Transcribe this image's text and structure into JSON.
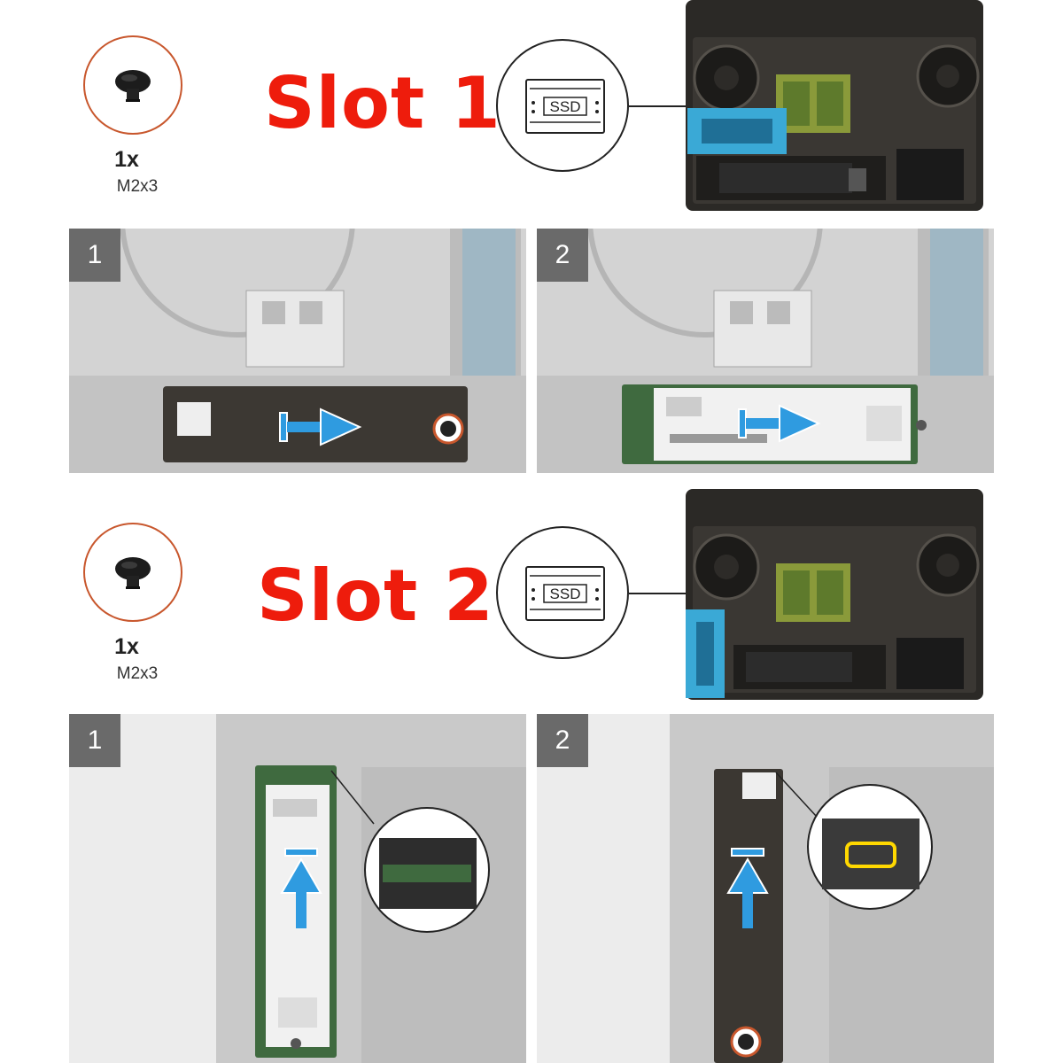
{
  "slot1": {
    "title": "Slot 1",
    "screw": {
      "qty": "1x",
      "size": "M2x3"
    },
    "ssd_label": "SSD",
    "steps": [
      "1",
      "2"
    ]
  },
  "slot2": {
    "title": "Slot 2",
    "screw": {
      "qty": "1x",
      "size": "M2x3"
    },
    "ssd_label": "SSD",
    "steps": [
      "1",
      "2"
    ]
  },
  "colors": {
    "title_red": "#ee1c0c",
    "highlight_blue": "#3aa9d6",
    "arrow_blue": "#2f9be0",
    "screw_ring": "#c8572d",
    "step_badge": "#6a6a6a"
  },
  "icons": [
    "screw-icon",
    "ssd-icon",
    "laptop-chassis-icon",
    "arrow-right-icon",
    "arrow-up-icon",
    "magnifier-detail-icon"
  ]
}
